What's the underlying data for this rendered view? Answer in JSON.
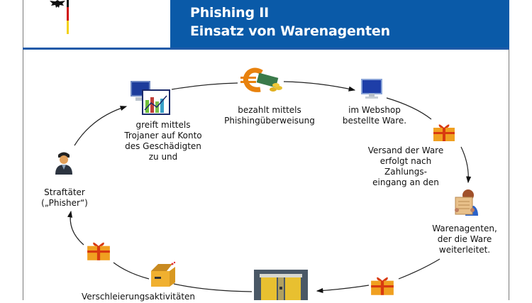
{
  "header": {
    "title_line1": "Phishing II",
    "title_line2": "Einsatz von Warenagenten",
    "brand_color": "#0a5aa8"
  },
  "logo": {
    "icon": "federal-eagle-icon",
    "flag_colors": [
      "#111111",
      "#d01010",
      "#f3d21a"
    ]
  },
  "diagram": {
    "nodes": [
      {
        "id": "phisher",
        "icon": "criminal-person-icon",
        "label": "Straftäter\n(„Phisher“)"
      },
      {
        "id": "trojan",
        "icon": "computer-chart-icon",
        "label": "greift mittels\nTrojaner auf Konto\ndes Geschädigten\nzu und"
      },
      {
        "id": "payment",
        "icon": "euro-money-icon",
        "label": "bezahlt mittels\nPhishingüberweisung"
      },
      {
        "id": "webshop",
        "icon": "monitor-icon",
        "label": "im Webshop\nbestellte Ware."
      },
      {
        "id": "shipping",
        "icon": "gift-package-icon",
        "label": "Versand der Ware\nerfolgt nach\nZahlungs-\neingang an den"
      },
      {
        "id": "agent",
        "icon": "person-newspaper-icon",
        "label": "Warenagenten,\nder die Ware\nweiterleitet."
      },
      {
        "id": "forward-package",
        "icon": "gift-package-icon",
        "label": ""
      },
      {
        "id": "packstation",
        "icon": "packstation-icon",
        "label": ""
      },
      {
        "id": "open-box",
        "icon": "open-box-icon",
        "label": "Verschleierungsaktivitäten"
      },
      {
        "id": "return-package",
        "icon": "gift-package-icon",
        "label": ""
      }
    ]
  }
}
